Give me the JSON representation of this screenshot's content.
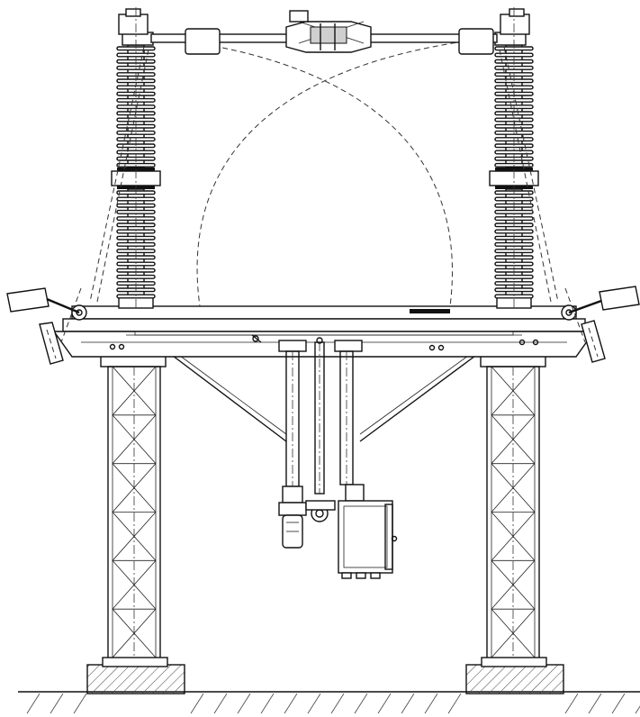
{
  "drawing": {
    "colors": {
      "line": "#111111",
      "background": "#ffffff",
      "hatch": "#444444"
    },
    "components": [
      "disconnector-blade",
      "insulator-column-left",
      "insulator-column-right",
      "rotating-base-frame",
      "lattice-support-column-left",
      "lattice-support-column-right",
      "operating-mechanism-box",
      "motor-drive",
      "foundation-left",
      "foundation-right",
      "ground-line"
    ]
  }
}
